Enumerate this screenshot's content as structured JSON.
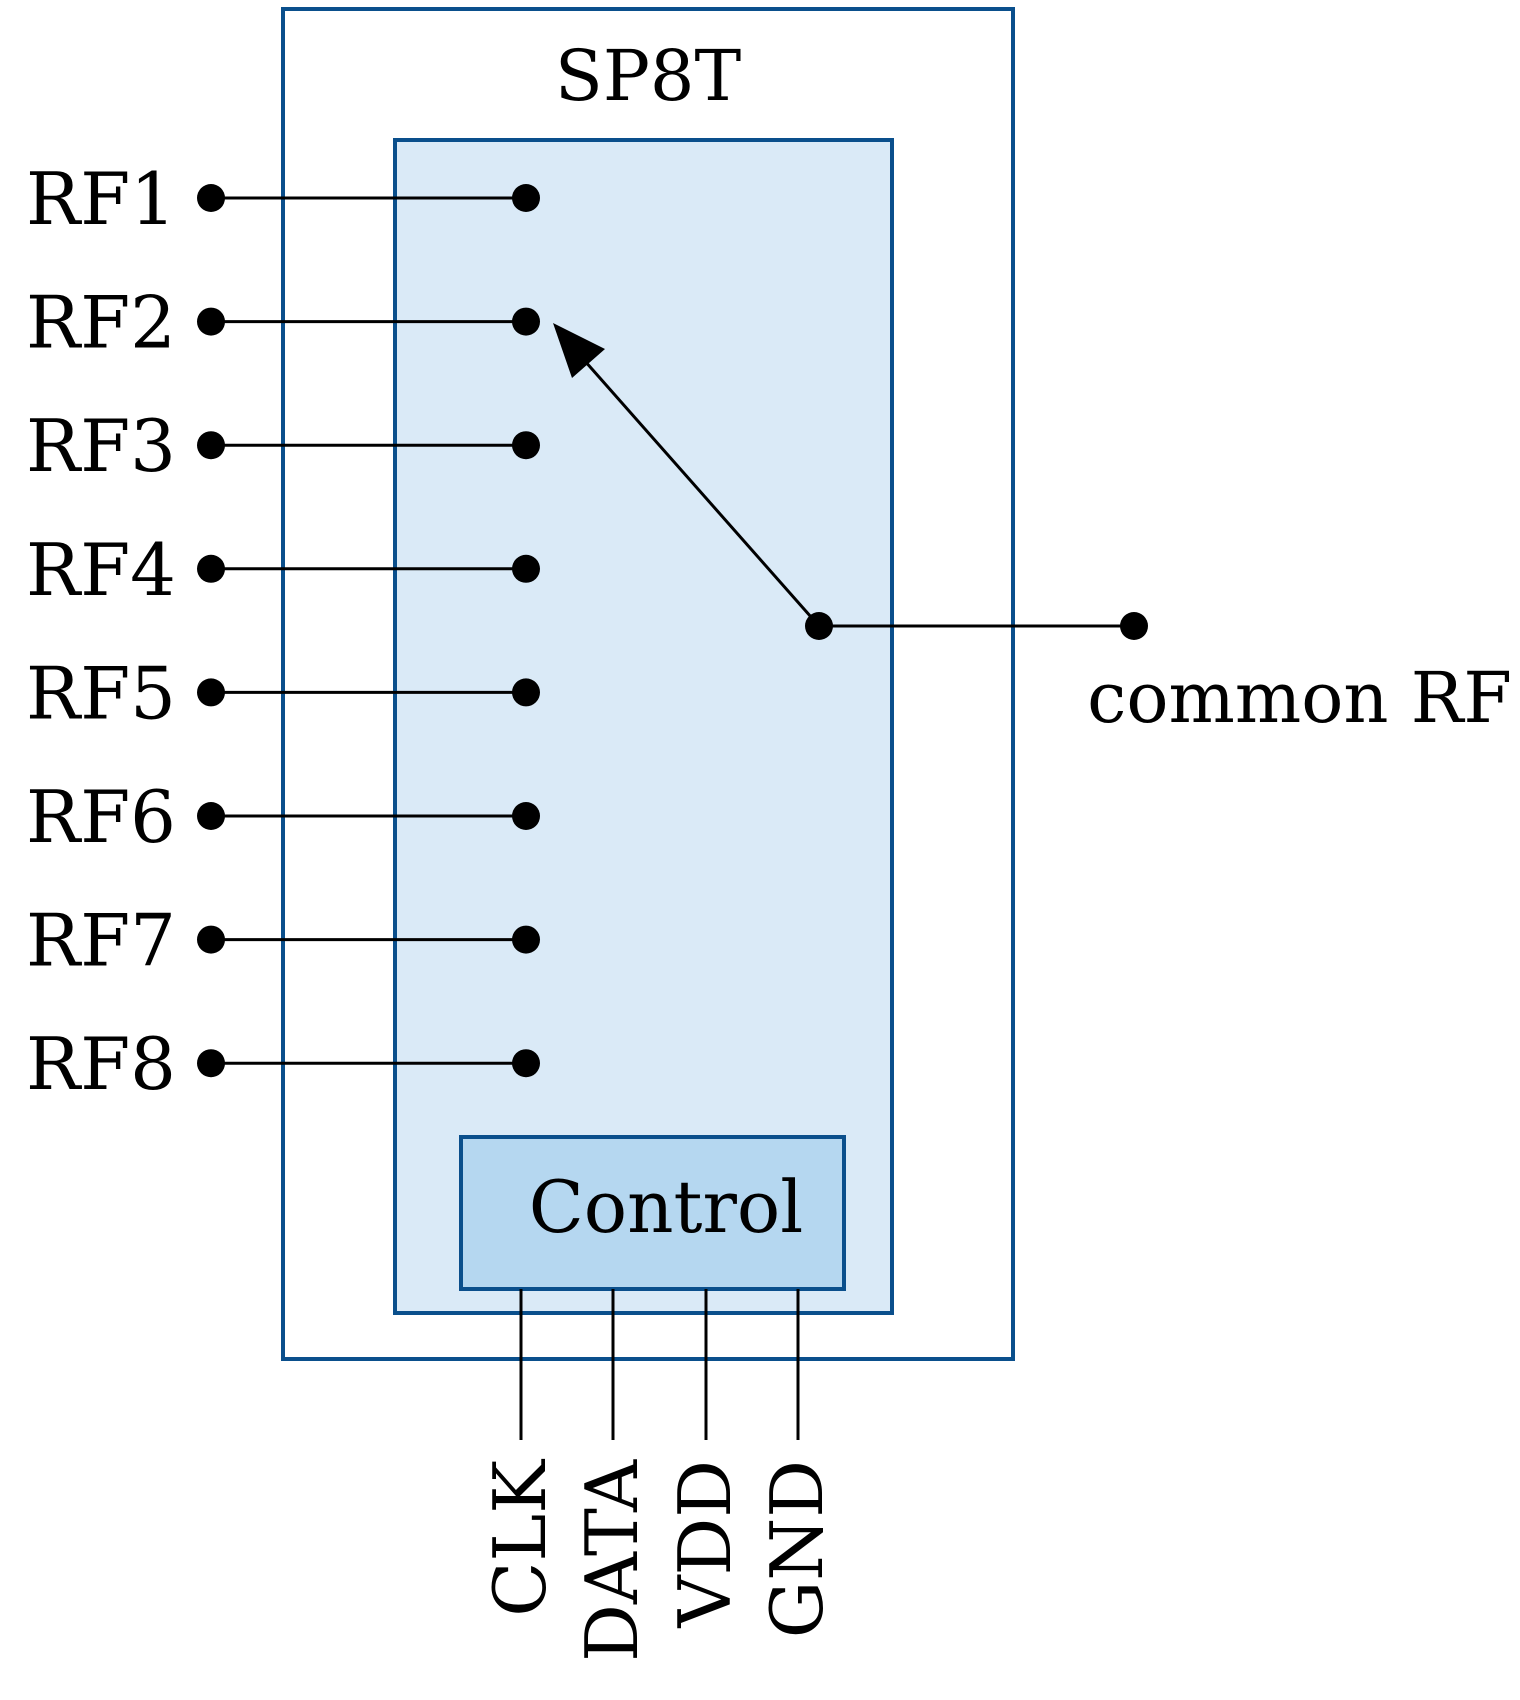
{
  "title": "SP8T",
  "ports": [
    {
      "label": "RF1"
    },
    {
      "label": "RF2"
    },
    {
      "label": "RF3"
    },
    {
      "label": "RF4"
    },
    {
      "label": "RF5"
    },
    {
      "label": "RF6"
    },
    {
      "label": "RF7"
    },
    {
      "label": "RF8"
    }
  ],
  "selected_port": "RF2",
  "common_label": "common RF",
  "control_label": "Control",
  "control_pins": [
    {
      "label": "CLK"
    },
    {
      "label": "DATA"
    },
    {
      "label": "VDD"
    },
    {
      "label": "GND"
    }
  ],
  "colors": {
    "border": "#0a4f8c",
    "inner_fill": "#daeaf7",
    "control_fill": "#b5d7f0",
    "wire": "#000000"
  }
}
